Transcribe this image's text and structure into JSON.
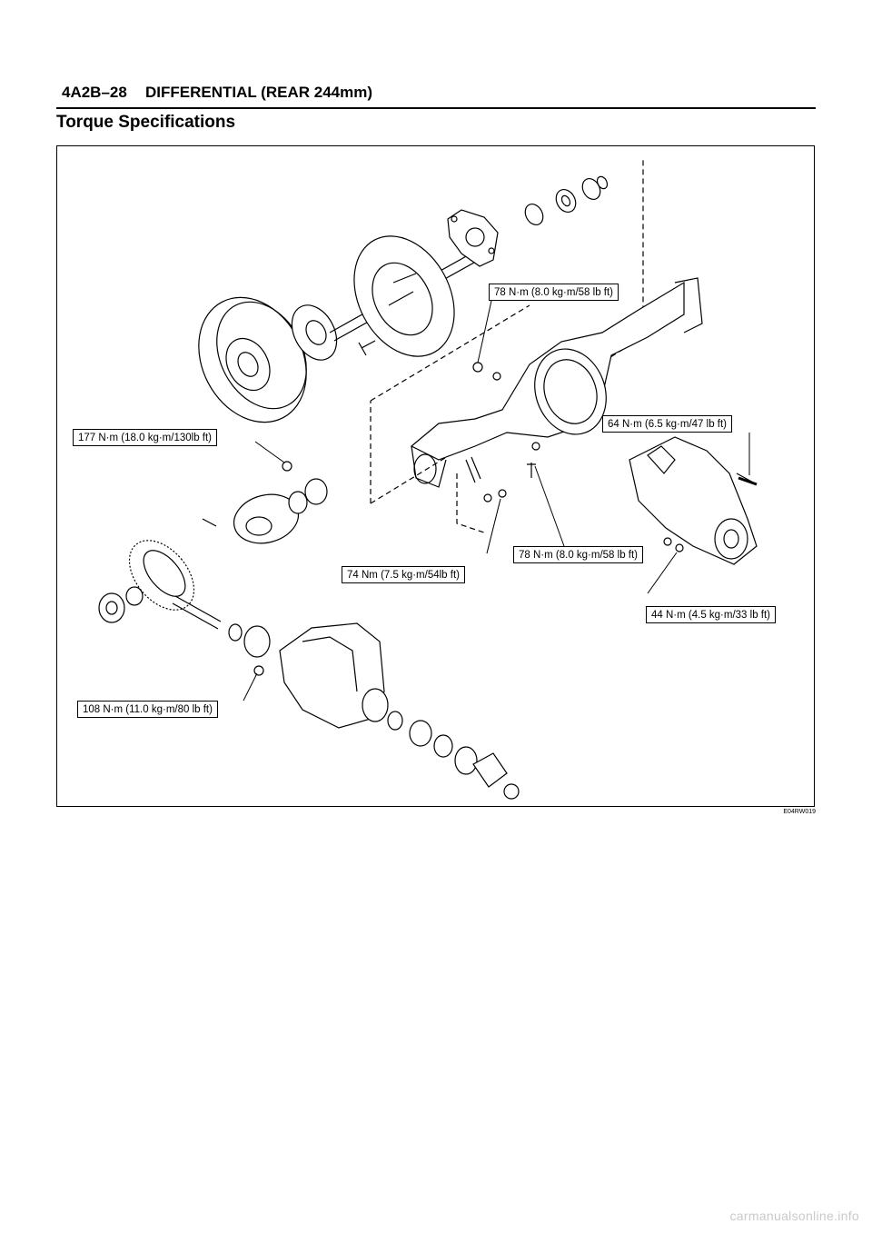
{
  "header": {
    "section": "4A2B–28",
    "title": "DIFFERENTIAL (REAR 244mm)"
  },
  "heading": "Torque Specifications",
  "figure": {
    "labels": {
      "l78_top": "78 N·m (8.0 kg·m/58 lb ft)",
      "l64": "64 N·m (6.5 kg·m/47 lb ft)",
      "l177": "177 N·m (18.0 kg·m/130lb ft)",
      "l78_bottom": "78 N·m (8.0 kg·m/58 lb ft)",
      "l74": "74 Nm (7.5 kg·m/54lb ft)",
      "l44": "44 N·m (4.5 kg·m/33 lb ft)",
      "l108": "108 N·m (11.0 kg·m/80 lb ft)"
    },
    "figure_id": "E04RW019"
  },
  "watermark": "carmanualsonline.info"
}
